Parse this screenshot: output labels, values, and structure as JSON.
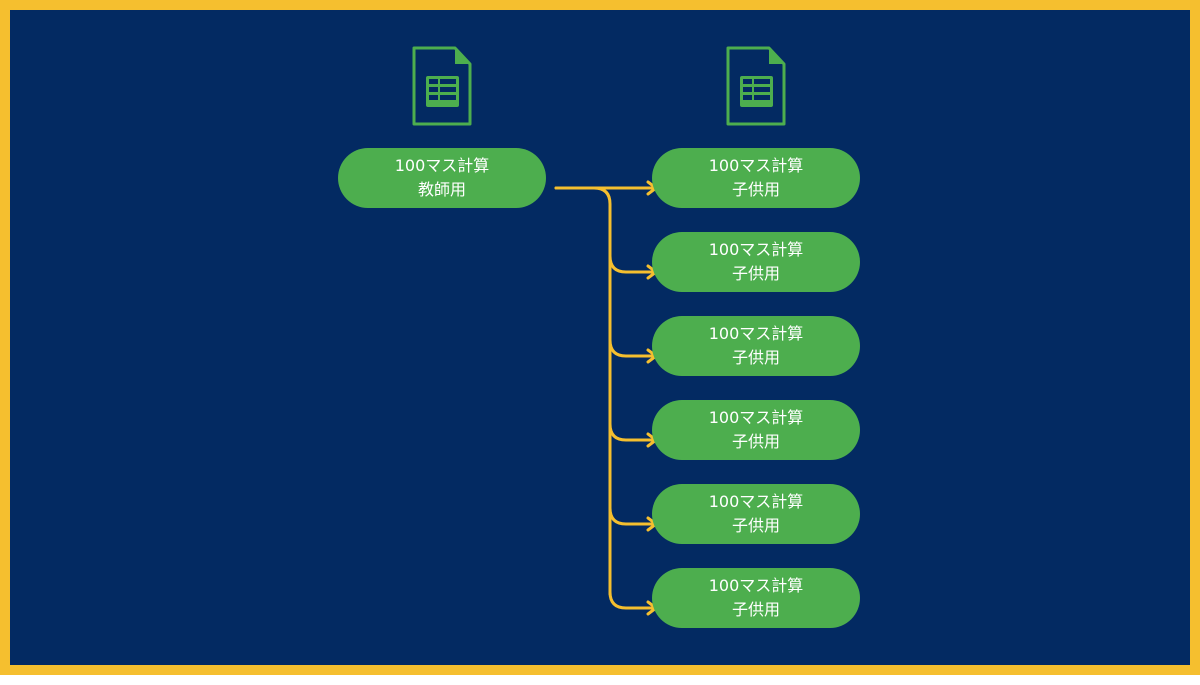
{
  "colors": {
    "background": "#032A62",
    "border": "#F5BF2F",
    "node": "#4DAE4E",
    "node_text": "#FFFFFF",
    "connector": "#F5BF2F",
    "icon": "#4DAE4E"
  },
  "icons": {
    "teacher": "spreadsheet-icon",
    "children": "spreadsheet-icon"
  },
  "teacher_node": {
    "line1": "100マス計算",
    "line2": "教師用"
  },
  "child_nodes": [
    {
      "line1": "100マス計算",
      "line2": "子供用"
    },
    {
      "line1": "100マス計算",
      "line2": "子供用"
    },
    {
      "line1": "100マス計算",
      "line2": "子供用"
    },
    {
      "line1": "100マス計算",
      "line2": "子供用"
    },
    {
      "line1": "100マス計算",
      "line2": "子供用"
    },
    {
      "line1": "100マス計算",
      "line2": "子供用"
    }
  ]
}
